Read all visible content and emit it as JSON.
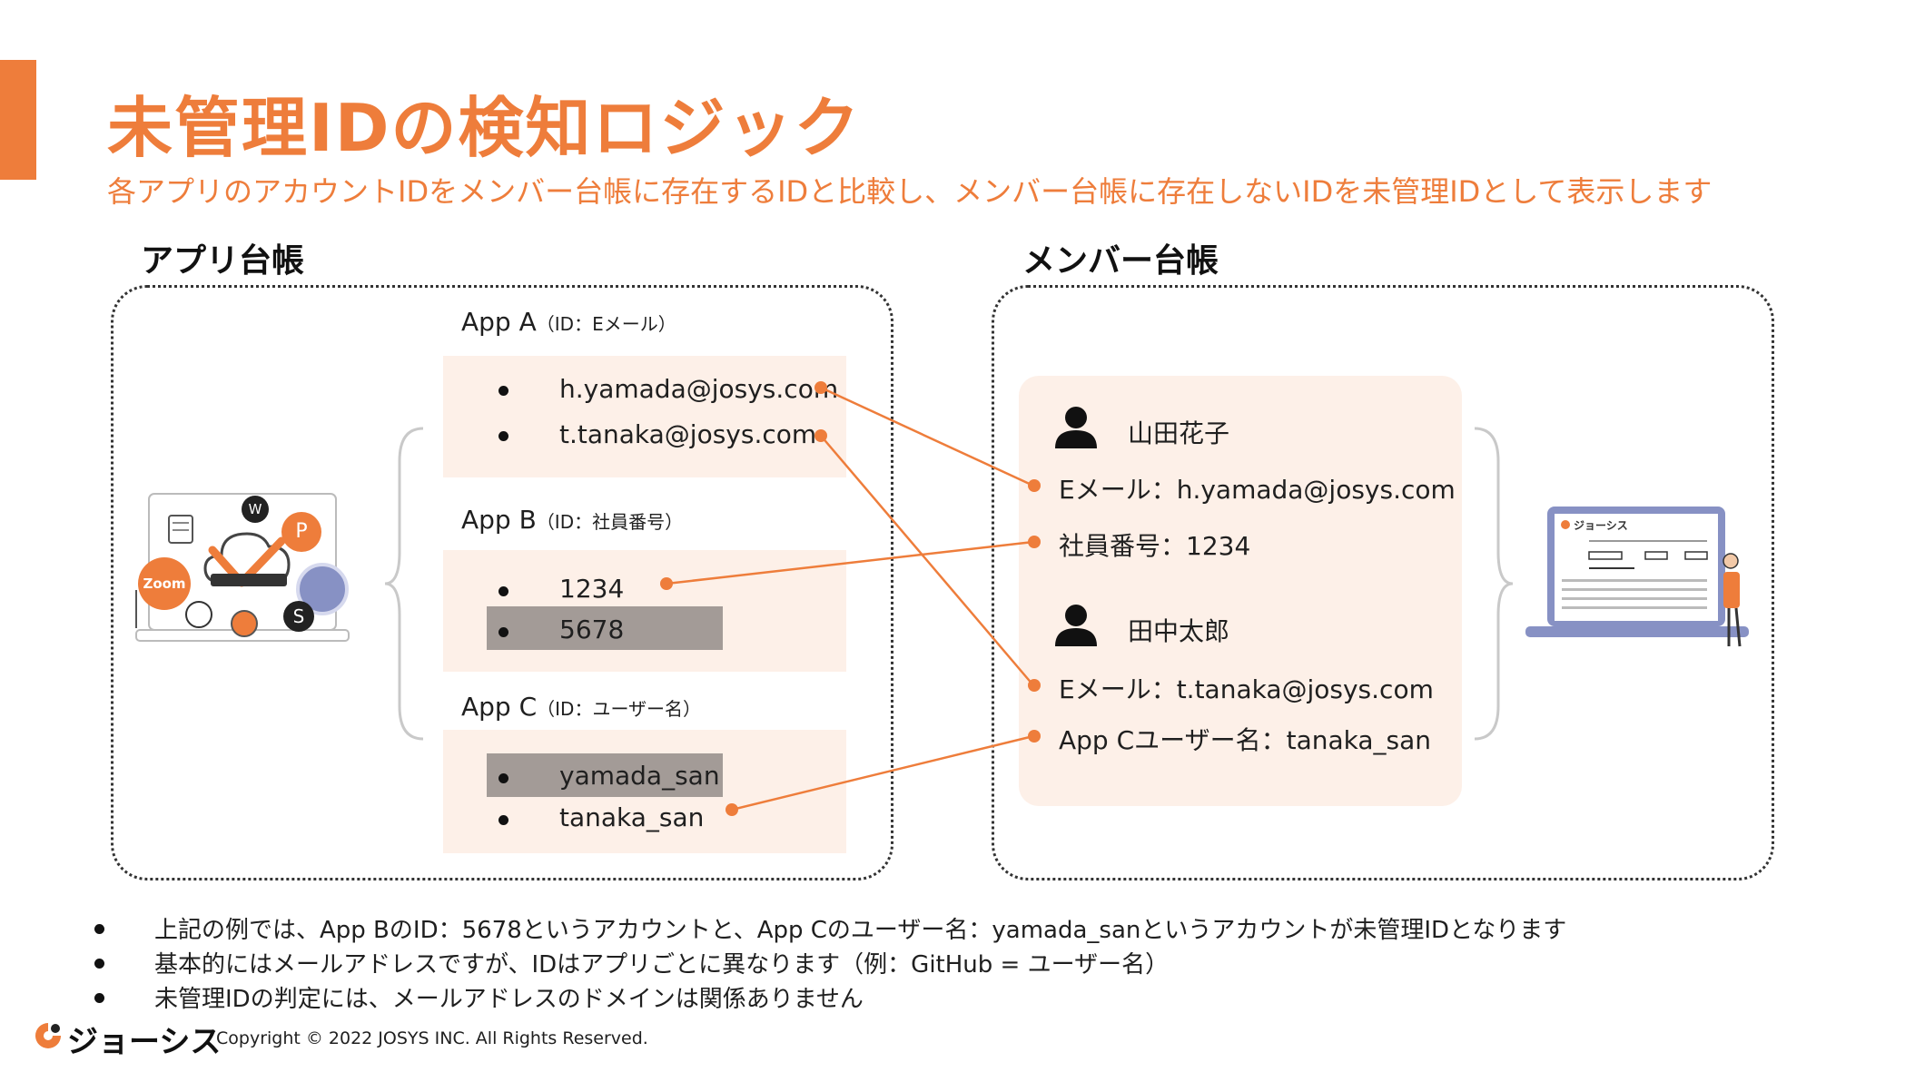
{
  "title": "未管理IDの検知ロジック",
  "subtitle": "各アプリのアカウントIDをメンバー台帳に存在するIDと比較し、メンバー台帳に存在しないIDを未管理IDとして表示します",
  "left_section": {
    "label": "アプリ台帳",
    "apps": [
      {
        "name": "App A",
        "id_type": "（ID：Eメール）",
        "ids": [
          "h.yamada@josys.com",
          "t.tanaka@josys.com"
        ],
        "highlighted": []
      },
      {
        "name": "App B",
        "id_type": "（ID：社員番号）",
        "ids": [
          "1234",
          "5678"
        ],
        "highlighted": [
          "5678"
        ]
      },
      {
        "name": "App C",
        "id_type": "（ID：ユーザー名）",
        "ids": [
          "yamada_san",
          "tanaka_san"
        ],
        "highlighted": [
          "yamada_san"
        ]
      }
    ],
    "icon_labels": {
      "zoom": "Zoom",
      "w": "W",
      "p": "P",
      "s": "S"
    }
  },
  "right_section": {
    "label": "メンバー台帳",
    "members": [
      {
        "name": "山田花子",
        "lines": [
          "Eメール：h.yamada@josys.com",
          "社員番号：1234"
        ]
      },
      {
        "name": "田中太郎",
        "lines": [
          "Eメール：t.tanaka@josys.com",
          "App Cユーザー名：tanaka_san"
        ]
      }
    ],
    "laptop_brand": "ジョーシス"
  },
  "notes": [
    "上記の例では、App BのID：5678というアカウントと、App Cのユーザー名：yamada_sanというアカウントが未管理IDとなります",
    "基本的にはメールアドレスですが、IDはアプリごとに異なります（例：GitHub = ユーザー名）",
    "未管理IDの判定には、メールアドレスのドメインは関係ありません"
  ],
  "footer": {
    "brand": "ジョーシス",
    "copyright": "Copyright © 2022 JOSYS INC. All Rights Reserved."
  },
  "colors": {
    "accent": "#ee7d3b",
    "id_box_bg": "#fdf0e8",
    "highlight": "#a39b97"
  }
}
